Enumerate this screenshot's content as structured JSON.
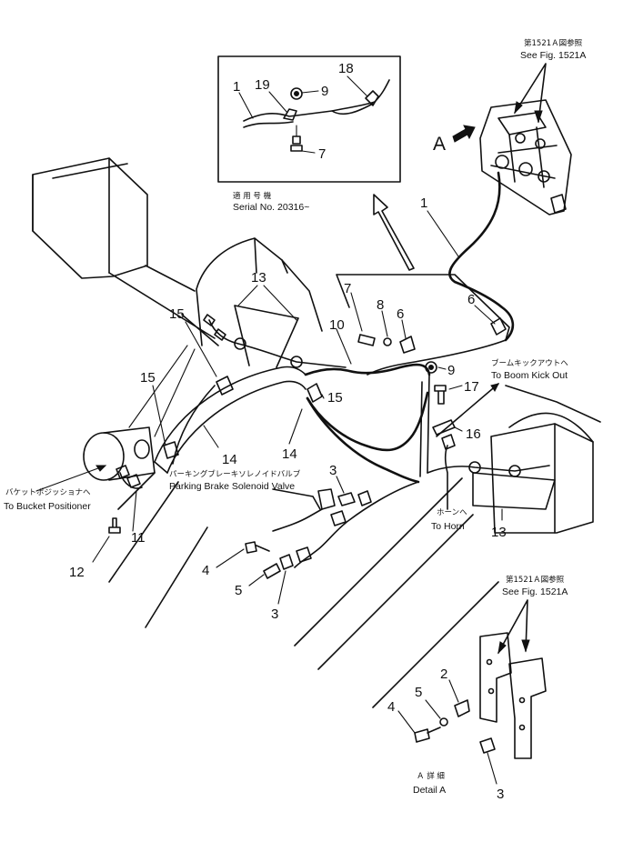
{
  "parts": {
    "p1a": "1",
    "p1b": "1",
    "p2": "2",
    "p3a": "3",
    "p3b": "3",
    "p3c": "3",
    "p4a": "4",
    "p4b": "4",
    "p5a": "5",
    "p5b": "5",
    "p6a": "6",
    "p6b": "6",
    "p7a": "7",
    "p7b": "7",
    "p8": "8",
    "p9a": "9",
    "p9b": "9",
    "p10": "10",
    "p11": "11",
    "p12": "12",
    "p13a": "13",
    "p13b": "13",
    "p14a": "14",
    "p14b": "14",
    "p15a": "15",
    "p15b": "15",
    "p15c": "15",
    "p16": "16",
    "p17": "17",
    "p18": "18",
    "p19": "19"
  },
  "labels": {
    "see_fig_top_jp": "第1521Ａ図参照",
    "see_fig_top_en": "See Fig. 1521A",
    "see_fig_bottom_jp": "第1521Ａ図参照",
    "see_fig_bottom_en": "See Fig. 1521A",
    "serial_jp": "適 用 号 機",
    "serial_en": "Serial No. 20316~",
    "view_a": "A",
    "boom_jp": "ブームキックアウトへ",
    "boom_en": "To Boom Kick Out",
    "bucket_jp": "バケットポジッショナへ",
    "bucket_en": "To Bucket Positioner",
    "brake_jp": "パーキングブレーキソレノイドバルブ",
    "brake_en": "Parking Brake Solenoid Valve",
    "horn_jp": "ホーンへ",
    "horn_en": "To Horn",
    "detail_jp": "Ａ 詳 細",
    "detail_en": "Detail A"
  }
}
